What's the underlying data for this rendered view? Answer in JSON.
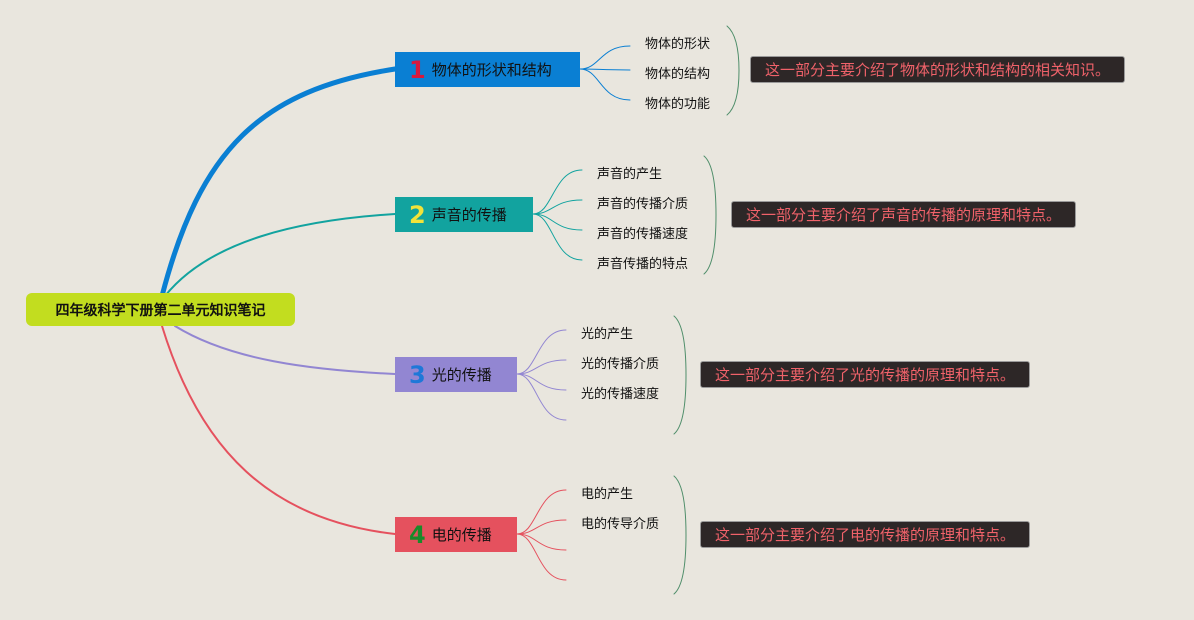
{
  "root": {
    "title": "四年级科学下册第二单元知识笔记"
  },
  "branches": [
    {
      "number": "1",
      "title": "物体的形状和结构",
      "color": "#0a7fd3",
      "number_color": "#d8193d",
      "line_color": "#0a7fd3",
      "sub_line_color": "#0a7fd3",
      "children": [
        "物体的形状",
        "物体的结构",
        "物体的功能"
      ],
      "summary": "这一部分主要介绍了物体的形状和结构的相关知识。"
    },
    {
      "number": "2",
      "title": "声音的传播",
      "color": "#12a39f",
      "number_color": "#f2e33a",
      "line_color": "#12a39f",
      "sub_line_color": "#12a39f",
      "children": [
        "声音的产生",
        "声音的传播介质",
        "声音的传播速度",
        "声音传播的特点"
      ],
      "summary": "这一部分主要介绍了声音的传播的原理和特点。"
    },
    {
      "number": "3",
      "title": "光的传播",
      "color": "#9286d2",
      "number_color": "#1e78d8",
      "line_color": "#9286d2",
      "sub_line_color": "#9286d2",
      "children": [
        "光的产生",
        "光的传播介质",
        "光的传播速度",
        ""
      ],
      "summary": "这一部分主要介绍了光的传播的原理和特点。"
    },
    {
      "number": "4",
      "title": "电的传播",
      "color": "#e5515e",
      "number_color": "#1a8a2a",
      "line_color": "#e5515e",
      "sub_line_color": "#e5515e",
      "children": [
        "电的产生",
        "电的传导介质",
        "",
        ""
      ],
      "summary": "这一部分主要介绍了电的传播的原理和特点。"
    }
  ]
}
